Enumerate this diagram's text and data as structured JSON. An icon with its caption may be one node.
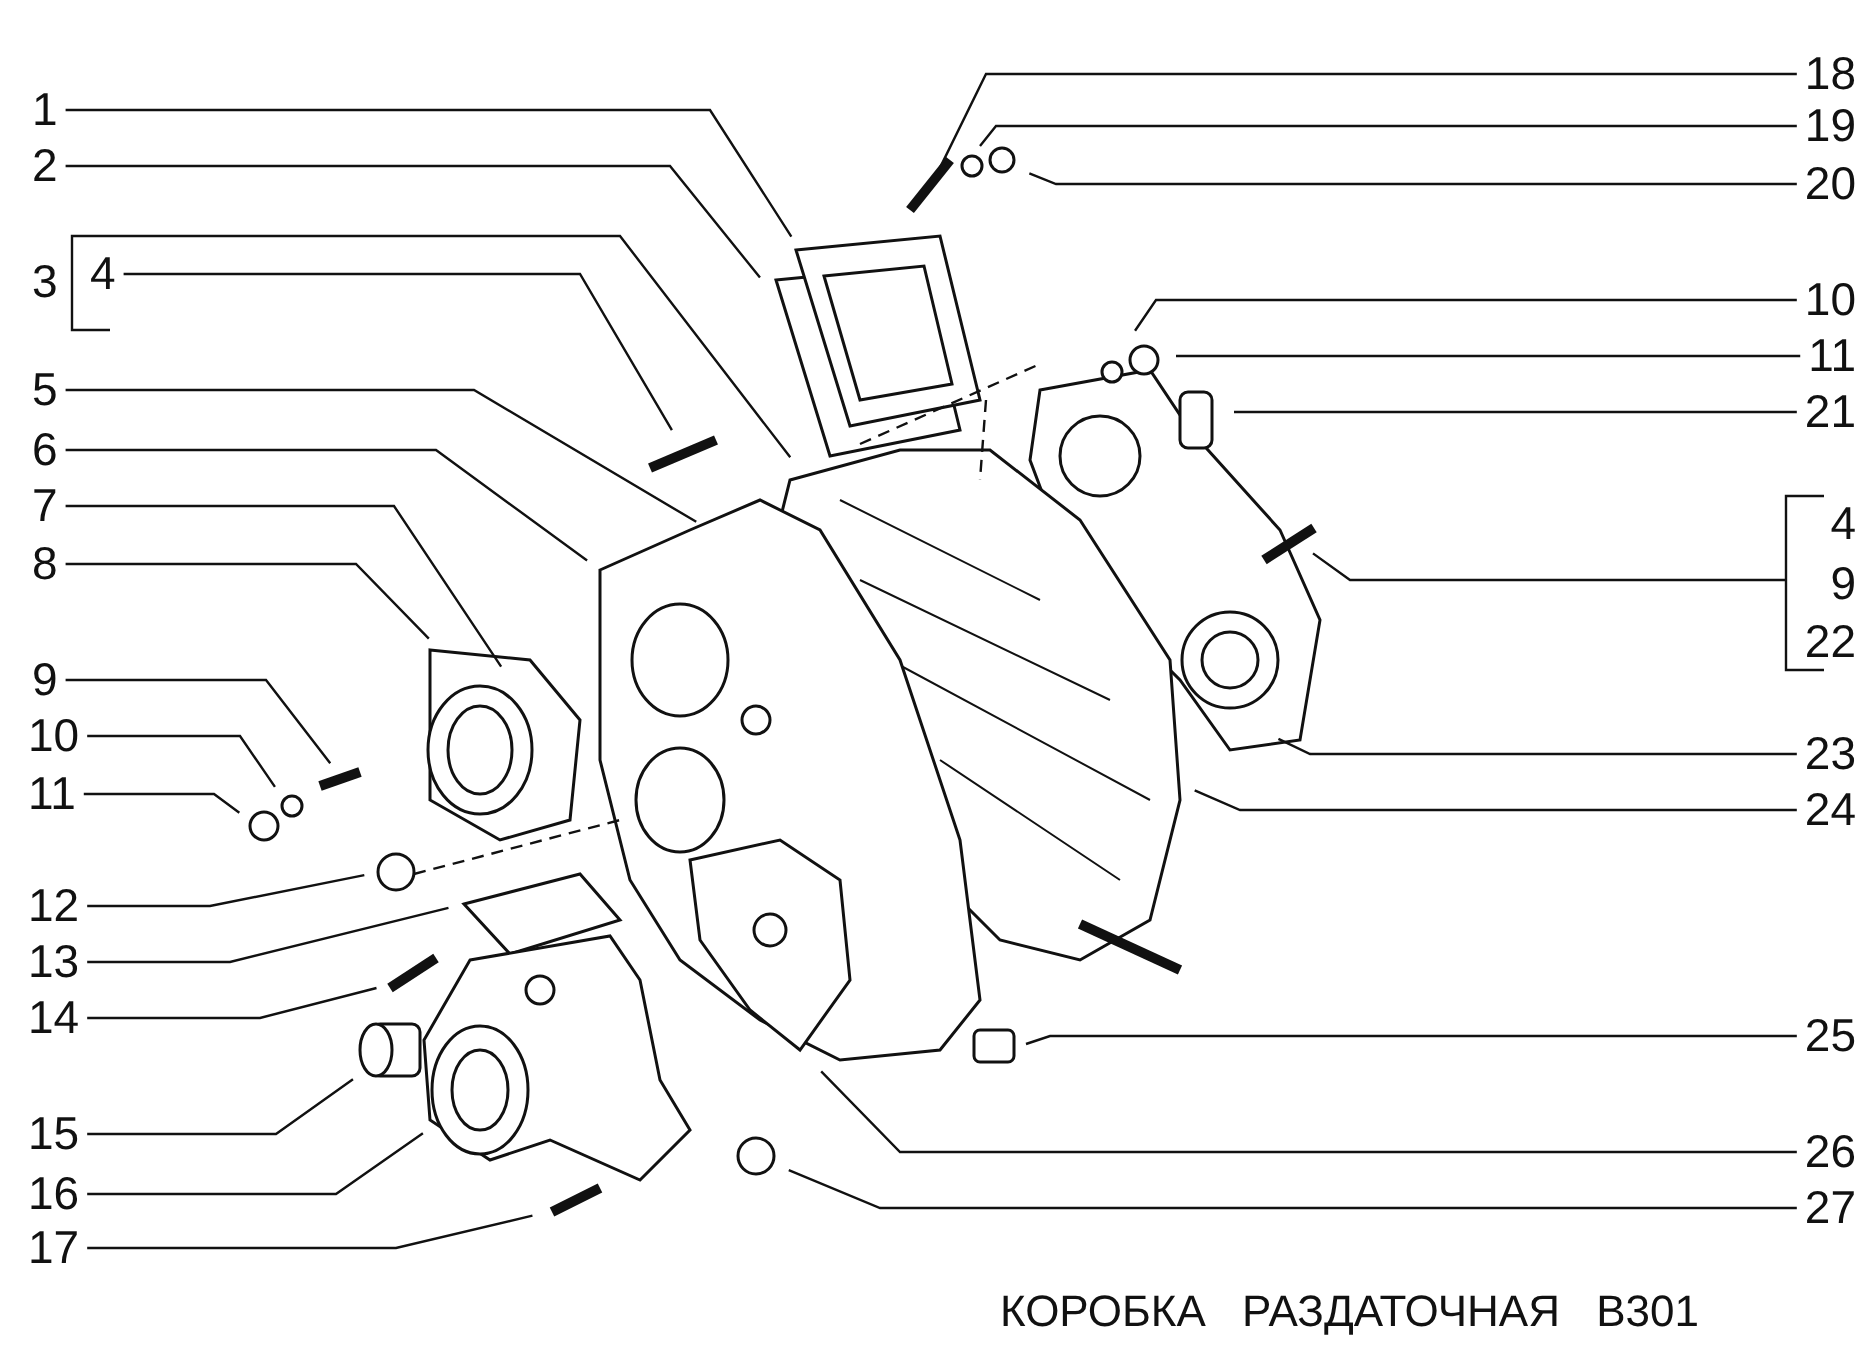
{
  "diagram": {
    "title": "КОРОБКА РАЗДАТОЧНАЯ В301",
    "nodes": [
      {
        "text": [
          "1"
        ]
      },
      {
        "text": [
          "2"
        ]
      },
      {
        "text": [
          "3"
        ]
      },
      {
        "text": [
          "4"
        ]
      },
      {
        "text": [
          "5"
        ]
      },
      {
        "text": [
          "6"
        ]
      },
      {
        "text": [
          "7"
        ]
      },
      {
        "text": [
          "8"
        ]
      },
      {
        "text": [
          "9"
        ]
      },
      {
        "text": [
          "10"
        ]
      },
      {
        "text": [
          "11"
        ]
      },
      {
        "text": [
          "12"
        ]
      },
      {
        "text": [
          "13"
        ]
      },
      {
        "text": [
          "14"
        ]
      },
      {
        "text": [
          "15"
        ]
      },
      {
        "text": [
          "16"
        ]
      },
      {
        "text": [
          "17"
        ]
      },
      {
        "text": [
          "18"
        ]
      },
      {
        "text": [
          "19"
        ]
      },
      {
        "text": [
          "20"
        ]
      },
      {
        "text": [
          "10"
        ]
      },
      {
        "text": [
          "11"
        ]
      },
      {
        "text": [
          "21"
        ]
      },
      {
        "text": [
          "4"
        ]
      },
      {
        "text": [
          "9"
        ]
      },
      {
        "text": [
          "22"
        ]
      },
      {
        "text": [
          "23"
        ]
      },
      {
        "text": [
          "24"
        ]
      },
      {
        "text": [
          "25"
        ]
      },
      {
        "text": [
          "26"
        ]
      },
      {
        "text": [
          "27"
        ]
      }
    ],
    "edges": [
      {
        "from": 0,
        "to": null,
        "arrow": "none"
      },
      {
        "from": 1,
        "to": null,
        "arrow": "none"
      },
      {
        "from": 2,
        "to": null,
        "arrow": "none"
      },
      {
        "from": 3,
        "to": null,
        "arrow": "none"
      },
      {
        "from": 4,
        "to": null,
        "arrow": "none"
      },
      {
        "from": 5,
        "to": null,
        "arrow": "none"
      },
      {
        "from": 6,
        "to": null,
        "arrow": "none"
      },
      {
        "from": 7,
        "to": null,
        "arrow": "none"
      },
      {
        "from": 8,
        "to": null,
        "arrow": "none"
      },
      {
        "from": 9,
        "to": null,
        "arrow": "none"
      },
      {
        "from": 10,
        "to": null,
        "arrow": "none"
      },
      {
        "from": 11,
        "to": null,
        "arrow": "none"
      },
      {
        "from": 12,
        "to": null,
        "arrow": "none"
      },
      {
        "from": 13,
        "to": null,
        "arrow": "none"
      },
      {
        "from": 14,
        "to": null,
        "arrow": "none"
      },
      {
        "from": 15,
        "to": null,
        "arrow": "none"
      },
      {
        "from": 16,
        "to": null,
        "arrow": "none"
      },
      {
        "from": 17,
        "to": null,
        "arrow": "none"
      },
      {
        "from": 18,
        "to": null,
        "arrow": "none"
      },
      {
        "from": 19,
        "to": null,
        "arrow": "none"
      },
      {
        "from": 20,
        "to": null,
        "arrow": "none"
      },
      {
        "from": 21,
        "to": null,
        "arrow": "none"
      },
      {
        "from": 22,
        "to": null,
        "arrow": "none"
      },
      {
        "from": 23,
        "to": null,
        "arrow": "none"
      },
      {
        "from": 24,
        "to": null,
        "arrow": "none"
      },
      {
        "from": 25,
        "to": null,
        "arrow": "none"
      },
      {
        "from": 26,
        "to": null,
        "arrow": "none"
      },
      {
        "from": 27,
        "to": null,
        "arrow": "none"
      },
      {
        "from": 28,
        "to": null,
        "arrow": "none"
      },
      {
        "from": 29,
        "to": null,
        "arrow": "none"
      },
      {
        "from": 30,
        "to": null,
        "arrow": "none"
      }
    ]
  }
}
